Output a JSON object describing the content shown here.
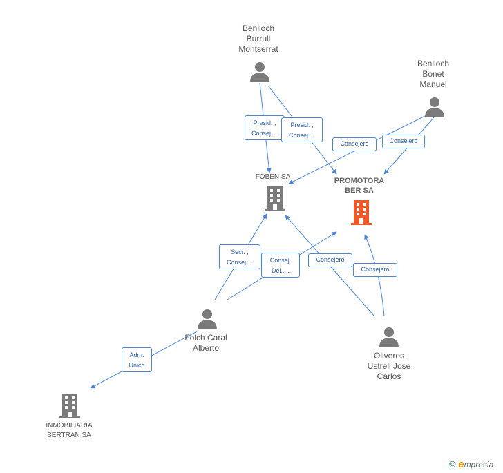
{
  "nodes": {
    "benlloch_burrull": {
      "label": "Benlloch\nBurrull\nMontserrat",
      "type": "person"
    },
    "benlloch_bonet": {
      "label": "Benlloch\nBonet\nManuel",
      "type": "person"
    },
    "foben": {
      "label": "FOBEN SA",
      "type": "company"
    },
    "promotora": {
      "label": "PROMOTORA\nBER SA",
      "type": "company",
      "highlight": true
    },
    "folch": {
      "label": "Folch Caral\nAlberto",
      "type": "person"
    },
    "oliveros": {
      "label": "Oliveros\nUstrell Jose\nCarlos",
      "type": "person"
    },
    "inmobiliaria": {
      "label": "INMOBILIARIA\nBERTRAN SA",
      "type": "company"
    }
  },
  "edges": [
    {
      "from": "benlloch_burrull",
      "to": "foben",
      "label": "Presid. ,\nConsej...."
    },
    {
      "from": "benlloch_burrull",
      "to": "promotora",
      "label": "Presid. ,\nConsej...."
    },
    {
      "from": "benlloch_bonet",
      "to": "foben",
      "label": "Consejero"
    },
    {
      "from": "benlloch_bonet",
      "to": "promotora",
      "label": "Consejero"
    },
    {
      "from": "folch",
      "to": "foben",
      "label": "Secr. ,\nConsej...."
    },
    {
      "from": "folch",
      "to": "promotora",
      "label": "Consej.\nDel.,..."
    },
    {
      "from": "oliveros",
      "to": "foben",
      "label": "Consejero"
    },
    {
      "from": "oliveros",
      "to": "promotora",
      "label": "Consejero"
    },
    {
      "from": "folch",
      "to": "inmobiliaria",
      "label": "Adm.\nUnico"
    }
  ],
  "colors": {
    "edge": "#4a86d8",
    "person_icon": "#7b7b7b",
    "company_icon": "#7b7b7b",
    "company_highlight": "#f05a28"
  },
  "footer": {
    "copyright_symbol": "©",
    "brand_initial": "e",
    "brand_rest": "mpresia"
  }
}
